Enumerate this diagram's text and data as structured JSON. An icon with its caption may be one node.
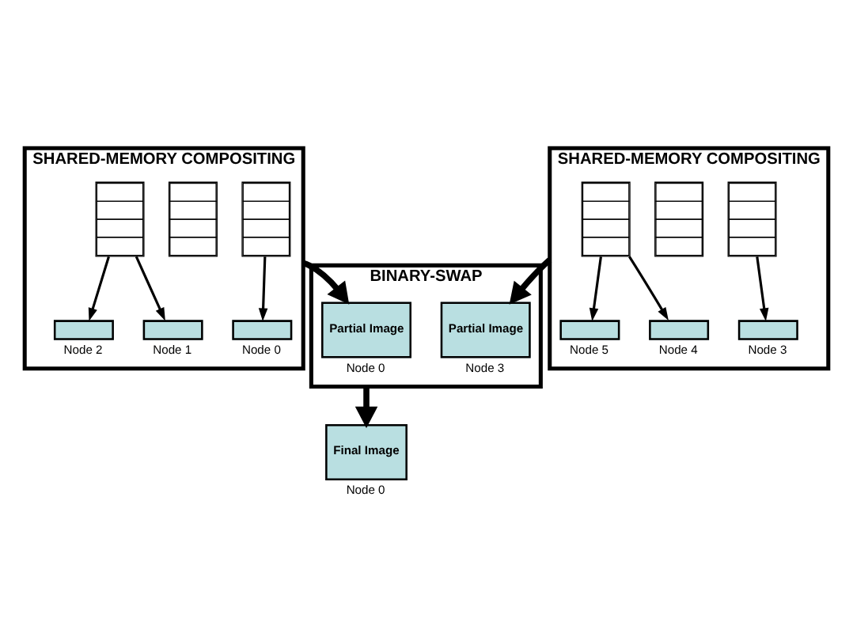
{
  "diagram": {
    "nodes": [
      {
        "text": [
          "SHARED-MEMORY COMPOSITING"
        ]
      },
      {
        "text": [],
        "shape": "box",
        "in": 0
      },
      {
        "text": [],
        "shape": "box",
        "in": 0
      },
      {
        "text": [],
        "shape": "box",
        "in": 0
      },
      {
        "text": [],
        "shape": "box",
        "in": 0,
        "beside": [
          "Node 0"
        ]
      },
      {
        "text": [],
        "shape": "box",
        "in": 0,
        "beside": [
          "Node 1"
        ]
      },
      {
        "text": [],
        "shape": "box",
        "in": 0,
        "beside": [
          "Node 2"
        ]
      },
      {
        "text": [
          "SHARED-MEMORY COMPOSITING"
        ]
      },
      {
        "text": [],
        "shape": "box",
        "in": 7
      },
      {
        "text": [],
        "shape": "box",
        "in": 7
      },
      {
        "text": [],
        "shape": "box",
        "in": 7
      },
      {
        "text": [],
        "shape": "box",
        "in": 7,
        "beside": [
          "Node 3"
        ]
      },
      {
        "text": [],
        "shape": "box",
        "in": 7,
        "beside": [
          "Node 4"
        ]
      },
      {
        "text": [],
        "shape": "box",
        "in": 7,
        "beside": [
          "Node 5"
        ]
      },
      {
        "text": [
          "BINARY-SWAP"
        ]
      },
      {
        "text": [
          "Partial Image"
        ],
        "in": 14,
        "beside": [
          "Node 0"
        ]
      },
      {
        "text": [
          "Partial Image"
        ],
        "in": 14,
        "beside": [
          "Node 3"
        ]
      },
      {
        "text": [
          "Final Image"
        ],
        "beside": [
          "Node 0"
        ]
      }
    ],
    "edges": [
      {
        "from": 3,
        "to": 4,
        "arrow": "to"
      },
      {
        "from": 1,
        "to": 5,
        "arrow": "to"
      },
      {
        "from": 1,
        "to": 6,
        "arrow": "to"
      },
      {
        "from": 10,
        "to": 11,
        "arrow": "to"
      },
      {
        "from": 8,
        "to": 12,
        "arrow": "to"
      },
      {
        "from": 8,
        "to": 13,
        "arrow": "to"
      },
      {
        "from": 0,
        "to": 15,
        "arrow": "to",
        "style": "thick"
      },
      {
        "from": 7,
        "to": 16,
        "arrow": "to",
        "style": "thick"
      },
      {
        "from": 14,
        "to": 17,
        "arrow": "to",
        "style": "thick"
      }
    ]
  }
}
